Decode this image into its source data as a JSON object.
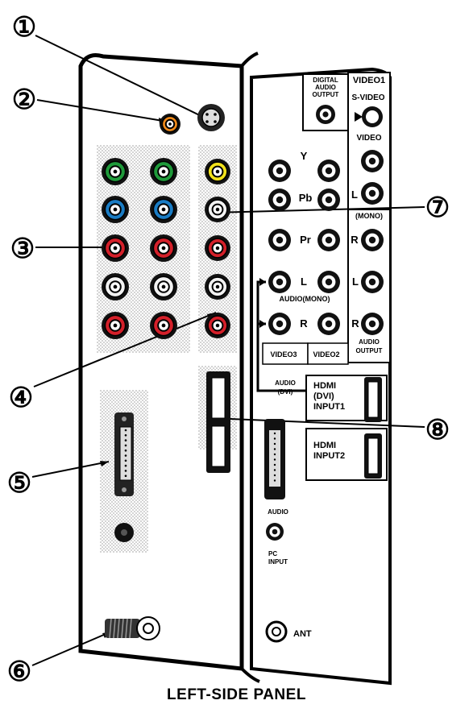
{
  "caption": "LEFT-SIDE PANEL",
  "callouts": [
    "①",
    "②",
    "③",
    "④",
    "⑤",
    "⑥",
    "⑦",
    "⑧"
  ],
  "panel_labels": {
    "digital_audio": [
      "DIGITAL",
      "AUDIO",
      "OUTPUT"
    ],
    "video1": "VIDEO1",
    "s_video": "S-VIDEO",
    "video": "VIDEO",
    "y": "Y",
    "pb": "Pb",
    "pr": "Pr",
    "l": "L",
    "r": "R",
    "mono": "(MONO)",
    "audio_mono": "AUDIO(MONO)",
    "video3": "VIDEO3",
    "video2": "VIDEO2",
    "audio_output": [
      "AUDIO",
      "OUTPUT"
    ],
    "audio_dvi": [
      "AUDIO",
      "(DVI)"
    ],
    "hdmi1": [
      "HDMI",
      "(DVI)",
      "INPUT1"
    ],
    "hdmi2": [
      "HDMI",
      "INPUT2"
    ],
    "audio": "AUDIO",
    "pc_input": [
      "PC",
      "INPUT"
    ],
    "ant": "ANT"
  },
  "colors": {
    "green": "#1f9a3a",
    "blue": "#1a7cc4",
    "red": "#d4202a",
    "white": "#f2f2f2",
    "yellow": "#f2e21b",
    "orange": "#f08a1a",
    "dots": "#c9c9c9"
  }
}
